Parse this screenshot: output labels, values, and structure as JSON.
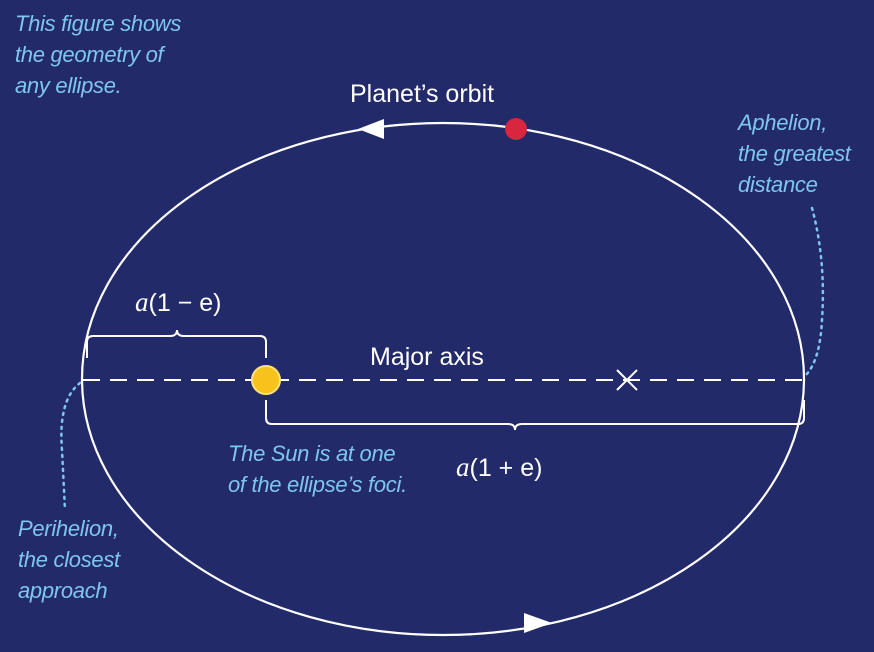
{
  "colors": {
    "background": "#232a6a",
    "orbit": "#ffffff",
    "note_text": "#7fc6ee",
    "planet": "#d7263d",
    "sun": "#f7c21c",
    "dotted_leader": "#7fc6ee"
  },
  "intro_note": {
    "lines": [
      "This figure shows",
      "the geometry of",
      "any ellipse."
    ]
  },
  "orbit_label": "Planet’s orbit",
  "major_axis_label": "Major axis",
  "aphelion_note": {
    "lines": [
      "Aphelion,",
      "the greatest",
      "distance"
    ]
  },
  "perihelion_note": {
    "lines": [
      "Perihelion,",
      "the closest",
      "approach"
    ]
  },
  "sun_note": {
    "lines": [
      "The Sun is at one",
      "of the ellipse’s foci."
    ]
  },
  "formula_perihelion": {
    "symbol": "a",
    "rest": "(1 − e)"
  },
  "formula_aphelion": {
    "symbol": "a",
    "rest": "(1 + e)"
  },
  "icons": {
    "planet": "planet-dot-icon",
    "sun": "sun-icon",
    "empty_focus": "x-mark-icon",
    "direction": "arrowhead-icon"
  }
}
